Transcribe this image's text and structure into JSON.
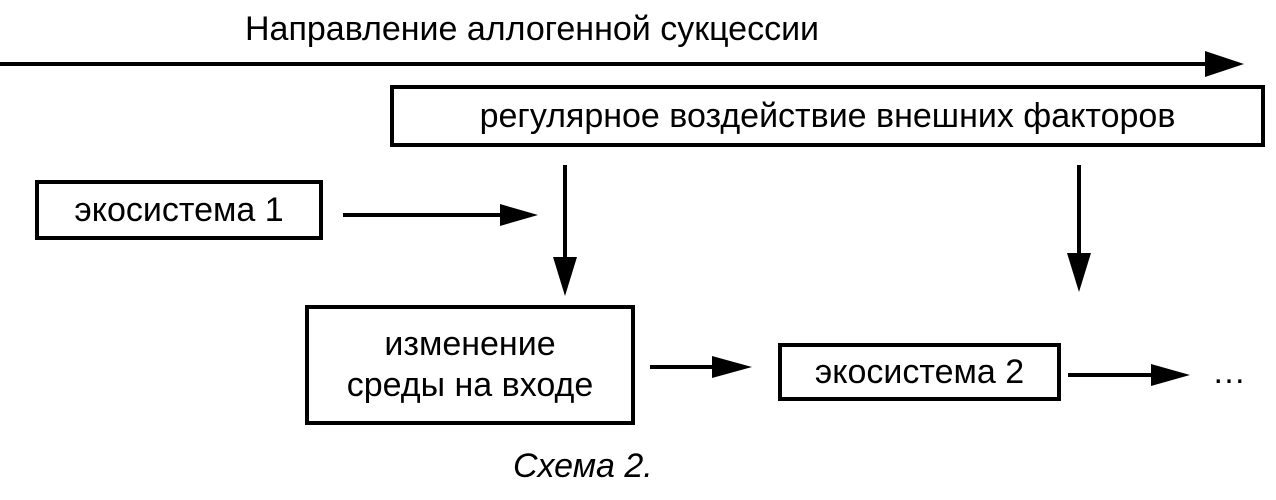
{
  "diagram": {
    "title": "Направление аллогенной сукцессии",
    "nodes": {
      "external_factors": "регулярное воздействие внешних факторов",
      "ecosystem_1": "экосистема 1",
      "input_change_line1": "изменение",
      "input_change_line2": "среды на входе",
      "ecosystem_2": "экосистема 2",
      "continuation": "…"
    },
    "caption": "Схема 2."
  }
}
